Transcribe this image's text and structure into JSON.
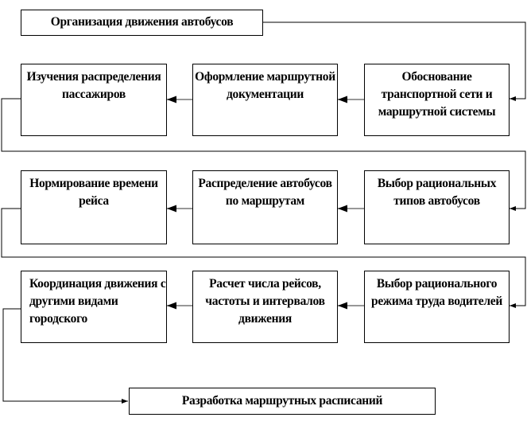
{
  "title": "Организация движения автобусов",
  "rows": [
    [
      "Изучения распределения пассажиров",
      "Оформление маршрутной документации",
      "Обоснование транспортной сети и маршрутной системы"
    ],
    [
      "Нормирование времени рейса",
      "Распределение автобусов по маршрутам",
      "Выбор рациональных типов автобусов"
    ],
    [
      "Координация движения с другими видами городского",
      "Расчет числа рейсов, частоты и интервалов движения",
      "Выбор рационального режима труда водителей"
    ]
  ],
  "final": "Разработка маршрутных расписаний"
}
